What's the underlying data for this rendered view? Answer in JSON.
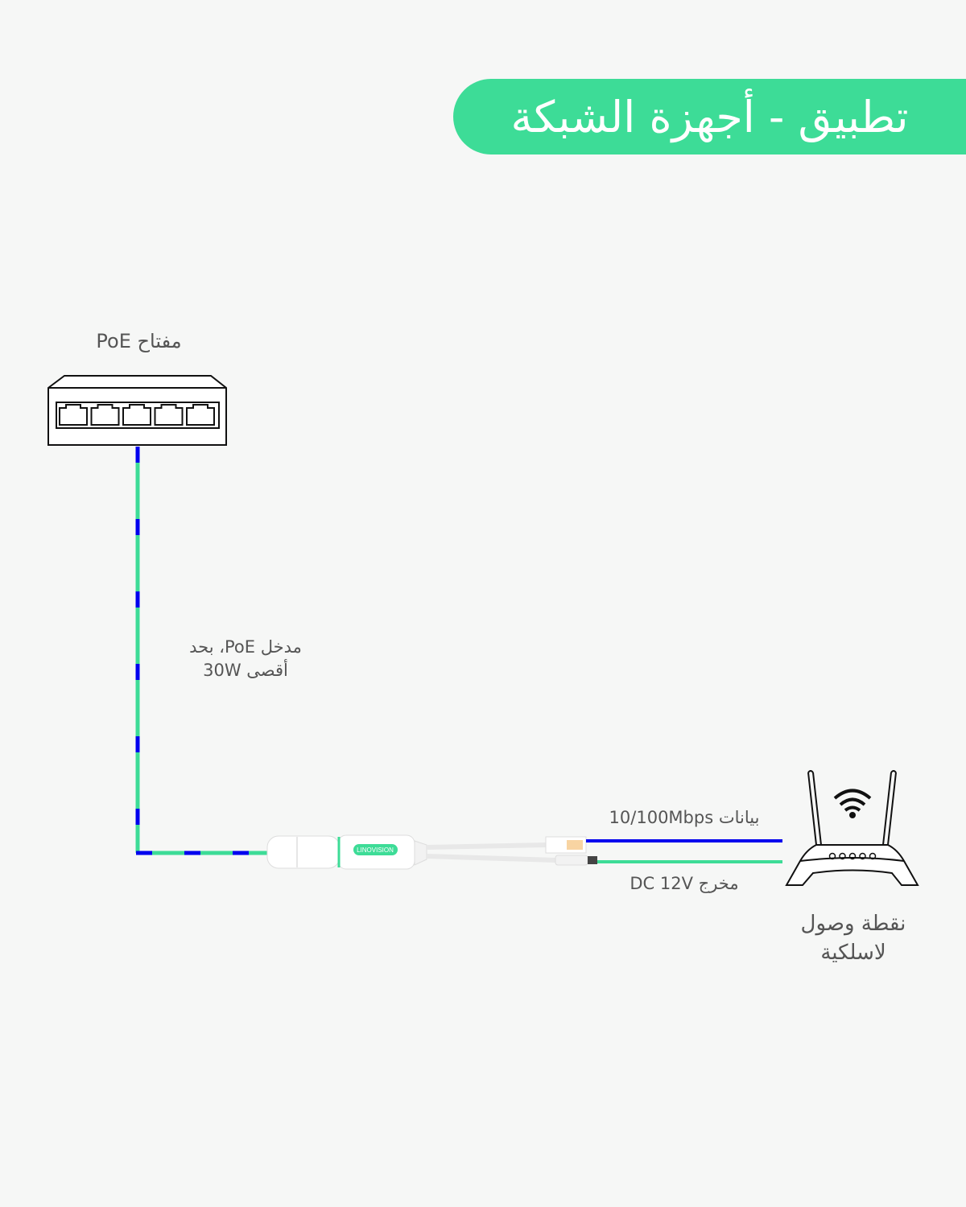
{
  "title": "تطبيق - أجهزة الشبكة",
  "switch_label": "مفتاح PoE",
  "poe_input_label": [
    "مدخل PoE، بحد",
    "أقصى 30W"
  ],
  "data_label": "بيانات 10/100Mbps",
  "dc_label": "مخرج DC 12V",
  "ap_label": [
    "نقطة وصول",
    "لاسلكية"
  ],
  "splitter_brand": "LINOVISION",
  "colors": {
    "accent": "#3ddc97",
    "data_line": "#0000ee",
    "power_line": "#3ddc97"
  }
}
